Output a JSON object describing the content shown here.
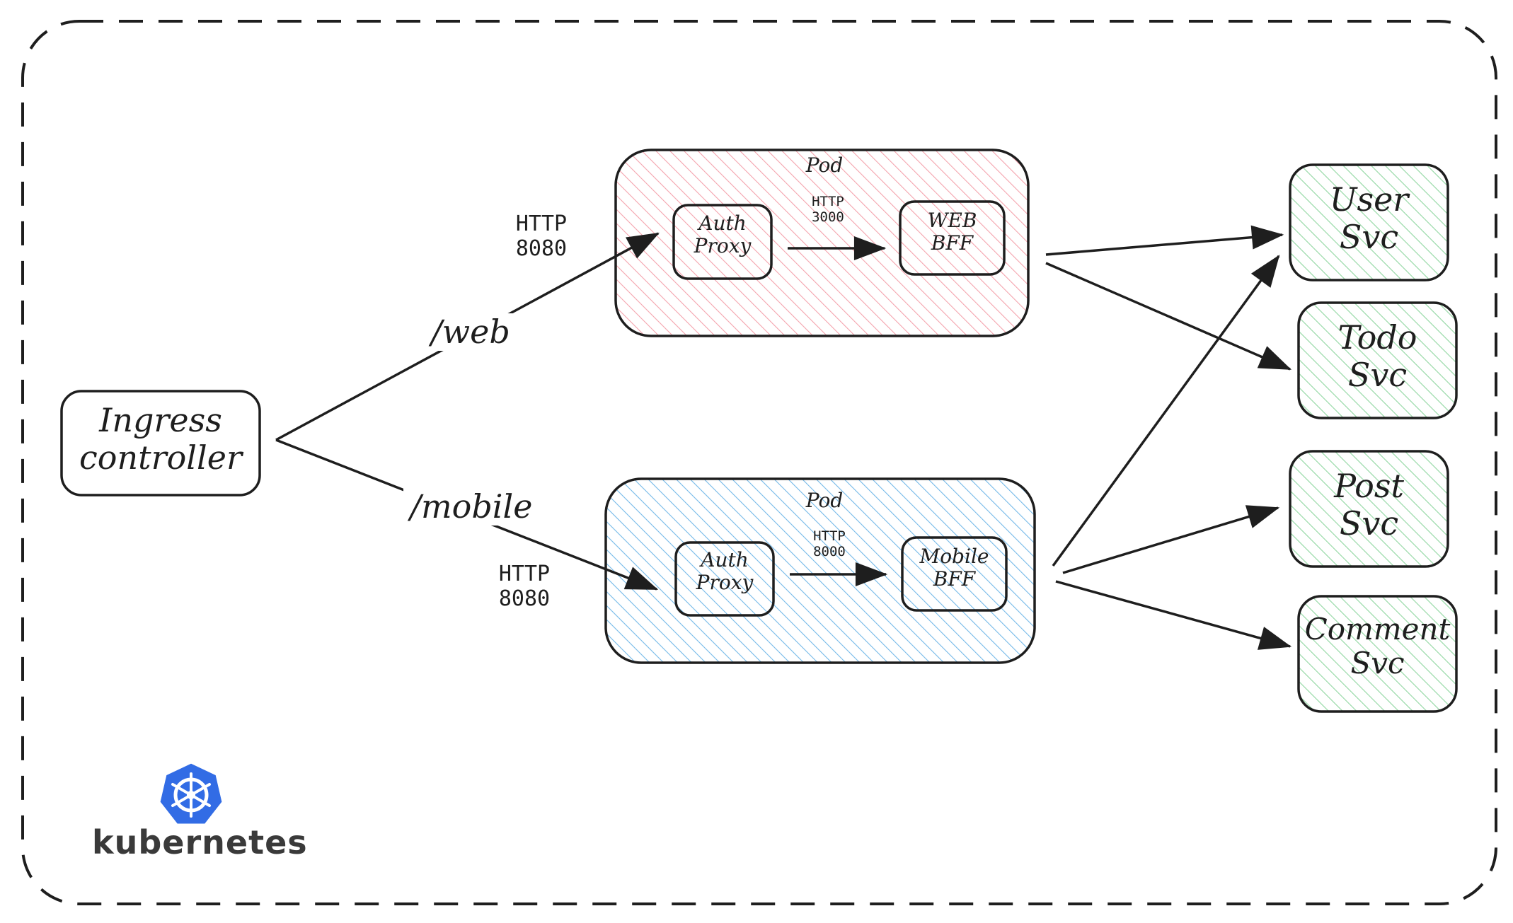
{
  "ingress": {
    "label": "Ingress\ncontroller"
  },
  "routes": {
    "web": "/web",
    "mobile": "/mobile"
  },
  "ports": {
    "web_ingress": "HTTP\n8080",
    "mobile_ingress": "HTTP\n8080",
    "web_internal": "HTTP\n3000",
    "mobile_internal": "HTTP\n8000"
  },
  "pods": {
    "web": {
      "label": "Pod",
      "proxy": "Auth\nProxy",
      "bff": "WEB\nBFF",
      "color": "#f4a3ad"
    },
    "mobile": {
      "label": "Pod",
      "proxy": "Auth\nProxy",
      "bff": "Mobile\nBFF",
      "color": "#74b9e8"
    }
  },
  "services": {
    "user": "User\nSvc",
    "todo": "Todo\nSvc",
    "post": "Post\nSvc",
    "comment": "Comment\nSvc",
    "color": "#8fd6a0"
  },
  "logo": {
    "icon": "kubernetes-helm-icon",
    "text": "kubernetes",
    "color": "#326ce5"
  }
}
